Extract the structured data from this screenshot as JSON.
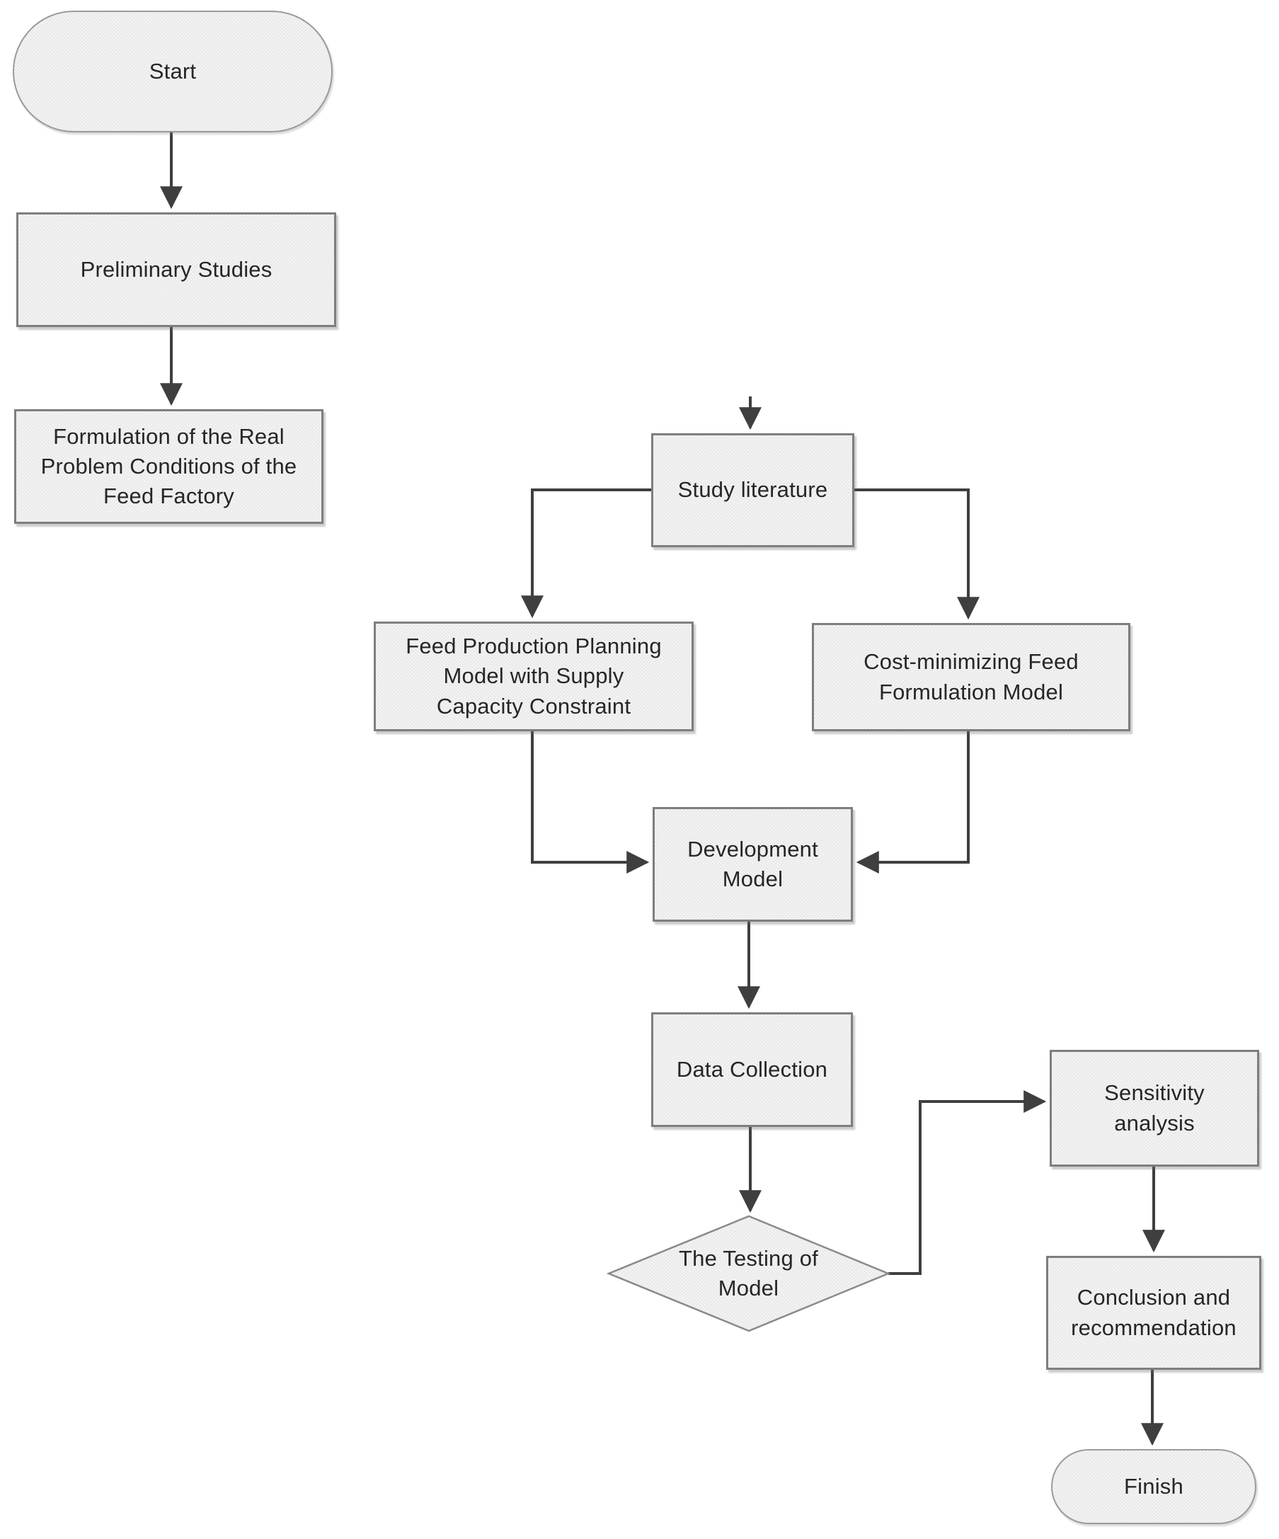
{
  "colors": {
    "background": "#ffffff",
    "node_fill_light": "#f4f4f4",
    "node_fill_dark": "#e9e9e9",
    "process_border": "#7e7e7e",
    "terminator_border": "#9b9b9b",
    "connector": "#3f3f3f",
    "text": "#262626"
  },
  "diagram": {
    "nodes": {
      "start": {
        "label": "Start",
        "shape": "terminator"
      },
      "preliminary_studies": {
        "label": "Preliminary Studies",
        "shape": "process"
      },
      "formulation": {
        "label": "Formulation of the Real Problem Conditions of the Feed Factory",
        "shape": "process"
      },
      "study_literature": {
        "label": "Study literature",
        "shape": "process"
      },
      "feed_production_planning": {
        "label": "Feed Production Planning Model with Supply Capacity Constraint",
        "shape": "process"
      },
      "cost_minimizing": {
        "label": "Cost-minimizing Feed Formulation Model",
        "shape": "process"
      },
      "development_model": {
        "label": "Development Model",
        "shape": "process"
      },
      "data_collection": {
        "label": "Data Collection",
        "shape": "process"
      },
      "testing_of_model": {
        "label": "The Testing of Model",
        "shape": "decision"
      },
      "sensitivity_analysis": {
        "label": "Sensitivity analysis",
        "shape": "process"
      },
      "conclusion": {
        "label": "Conclusion and recommendation",
        "shape": "process"
      },
      "finish": {
        "label": "Finish",
        "shape": "terminator"
      }
    },
    "edges": [
      {
        "from": "start",
        "to": "preliminary_studies"
      },
      {
        "from": "preliminary_studies",
        "to": "formulation"
      },
      {
        "from": "entry",
        "to": "study_literature"
      },
      {
        "from": "study_literature",
        "to": "feed_production_planning"
      },
      {
        "from": "study_literature",
        "to": "cost_minimizing"
      },
      {
        "from": "feed_production_planning",
        "to": "development_model"
      },
      {
        "from": "cost_minimizing",
        "to": "development_model"
      },
      {
        "from": "development_model",
        "to": "data_collection"
      },
      {
        "from": "data_collection",
        "to": "testing_of_model"
      },
      {
        "from": "testing_of_model",
        "to": "sensitivity_analysis"
      },
      {
        "from": "sensitivity_analysis",
        "to": "conclusion"
      },
      {
        "from": "conclusion",
        "to": "finish"
      }
    ]
  }
}
